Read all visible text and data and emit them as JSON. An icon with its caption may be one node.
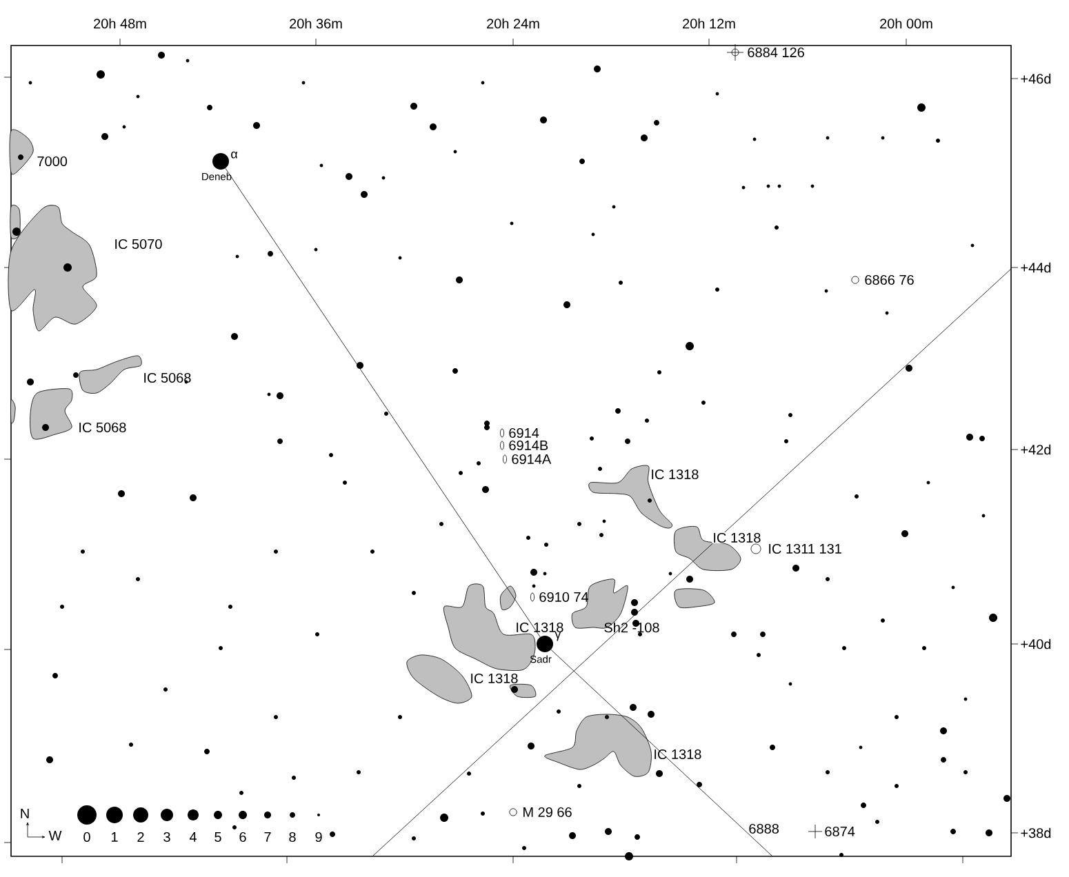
{
  "diagram": {
    "nodes": [
      {
        "text": [
          "Deneb"
        ],
        "beside": [
          "α"
        ]
      },
      {
        "text": [
          "Sadr"
        ],
        "beside": [
          "γ"
        ]
      }
    ],
    "edges": [
      {
        "from": 0,
        "to": 1,
        "arrow": "none"
      },
      {
        "from": 1,
        "to": null,
        "arrow": "none"
      }
    ],
    "labels": [
      "20h 48m",
      "20h 36m",
      "20h 24m",
      "20h 12m",
      "20h 00m",
      "+46d",
      "+44d",
      "+42d",
      "+40d",
      "+38d",
      "6884 126",
      "7000",
      "IC 5070",
      "6866 76",
      "IC 5068",
      "IC 5068",
      "6914",
      "6914B",
      "6914A",
      "IC 1318",
      "IC 1318",
      "IC 1311 131",
      "6910 74",
      "IC 1318",
      "Sh2 -108",
      "IC 1318",
      "IC 1318",
      "M 29 66",
      "6888",
      "6874",
      "N",
      "W"
    ],
    "legend": [
      {
        "text": "0"
      },
      {
        "text": "1"
      },
      {
        "text": "2"
      },
      {
        "text": "3"
      },
      {
        "text": "4"
      },
      {
        "text": "5"
      },
      {
        "text": "6"
      },
      {
        "text": "7"
      },
      {
        "text": "8"
      },
      {
        "text": "9"
      }
    ]
  }
}
